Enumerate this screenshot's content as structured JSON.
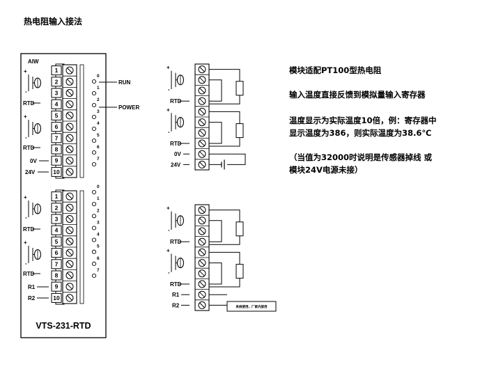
{
  "title": "热电阻输入接法",
  "module": {
    "brand": "AIW",
    "model": "VTS-231-RTD",
    "run_label": "RUN",
    "power_label": "POWER",
    "upper_terminals": [
      "1",
      "2",
      "3",
      "4",
      "5",
      "6",
      "7",
      "8",
      "9",
      "10"
    ],
    "lower_terminals": [
      "1",
      "2",
      "3",
      "4",
      "5",
      "6",
      "7",
      "8",
      "9",
      "10"
    ],
    "upper_leds": [
      "0",
      "1",
      "2",
      "3",
      "4",
      "5",
      "6",
      "7"
    ],
    "lower_leds": [
      "0",
      "1",
      "2",
      "3",
      "4",
      "5",
      "6",
      "7"
    ]
  },
  "labels": {
    "plus": "+",
    "minus": "-",
    "rtd": "RTD",
    "zero_v": "0V",
    "v24": "24V",
    "r1": "R1",
    "r2": "R2"
  },
  "bottom_box_text": "系统使用，厂家内部用",
  "notes": [
    "模块适配PT100型热电阻",
    "输入温度直接反馈到模拟量输入寄存器",
    "温度显示为实际温度10倍，例：寄存器中",
    "显示温度为386，则实际温度为38.6℃",
    "（当值为32000时说明是传感器掉线 或",
    "模块24V电源未接）"
  ]
}
